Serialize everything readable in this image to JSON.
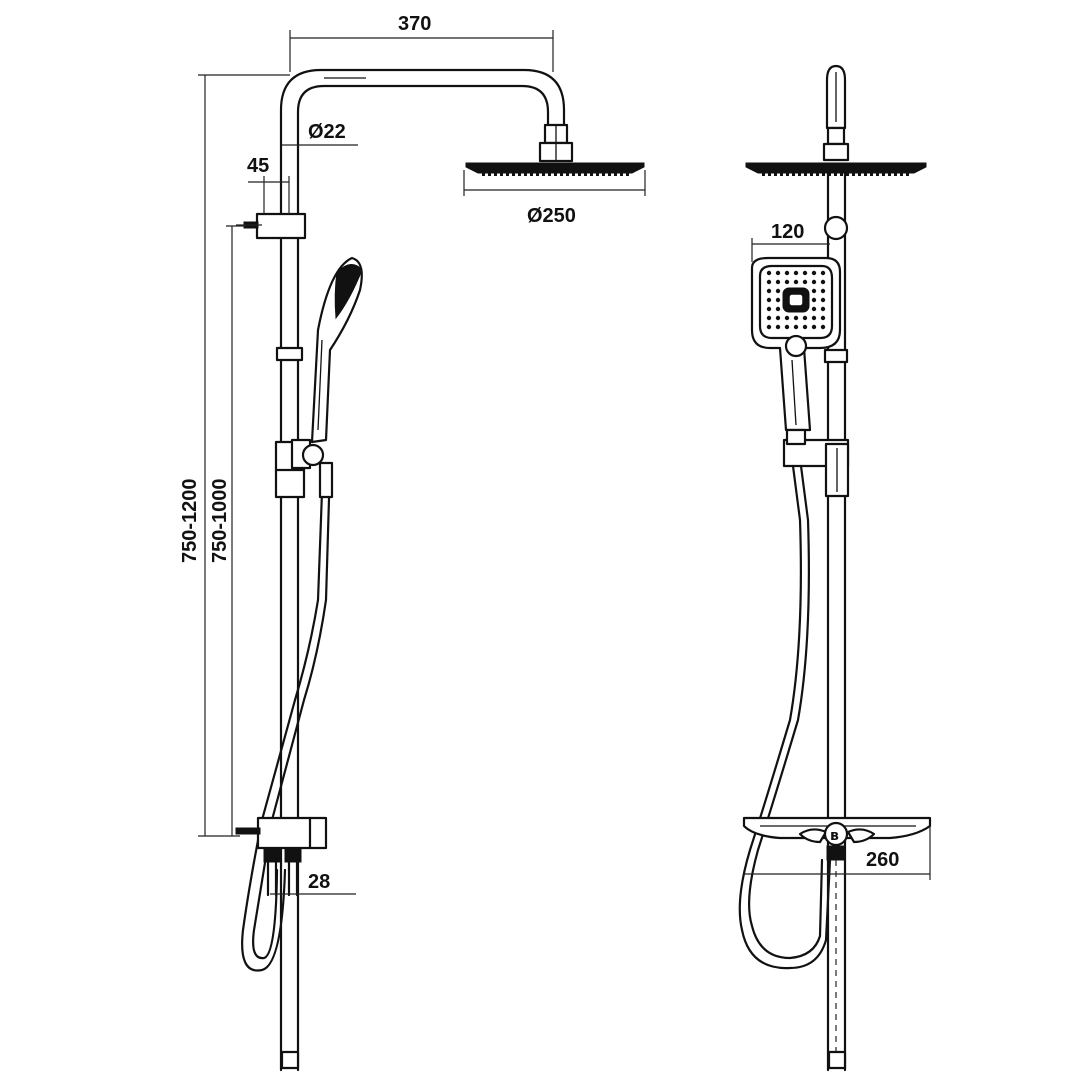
{
  "drawing": {
    "dimensions": {
      "arm_reach": "370",
      "pipe_diameter": "Ø22",
      "wall_offset": "45",
      "head_diameter": "Ø250",
      "height_total": "750-1200",
      "height_bar": "750-1000",
      "inlet_spacing": "28",
      "handshower_width": "120",
      "shelf_width": "260"
    },
    "colors": {
      "line": "#111111",
      "background": "#ffffff"
    }
  }
}
